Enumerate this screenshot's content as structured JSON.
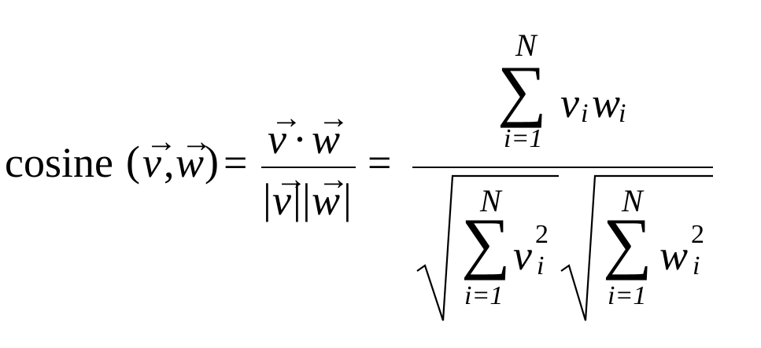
{
  "formula": {
    "fn_name": "cosine",
    "paren_open": "(",
    "paren_close": ")",
    "comma": ",",
    "equals": "=",
    "dot": "·",
    "pipe": "|",
    "vec_v": "v",
    "vec_w": "w",
    "vec_arrow": "→",
    "sum_symbol": "∑",
    "upper_limit": "N",
    "lower_limit": "i=1",
    "var_v": "v",
    "var_w": "w",
    "index": "i",
    "exponent": "2"
  }
}
